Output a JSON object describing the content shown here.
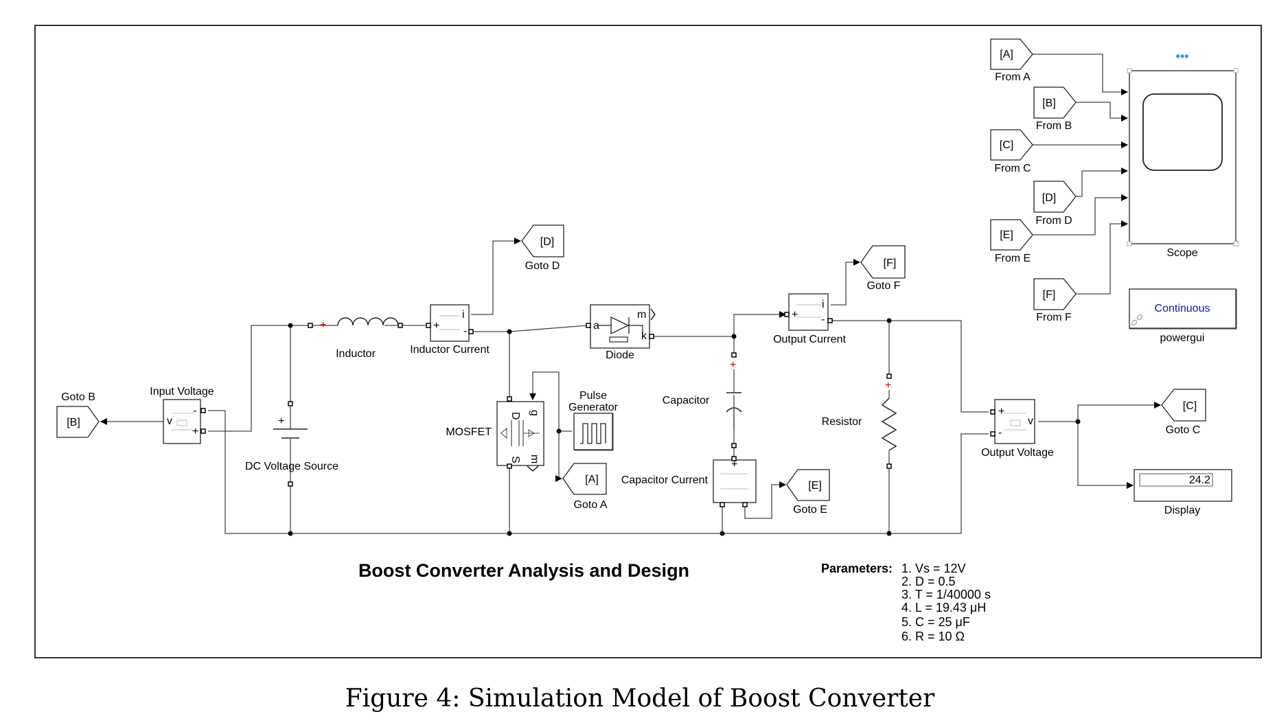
{
  "title": "Boost Converter Analysis and Design",
  "caption": "Figure 4: Simulation Model of Boost Converter",
  "parameters": {
    "heading": "Parameters:",
    "items": [
      "1. Vs  = 12V",
      "2. D = 0.5",
      "3. T = 1/40000 s",
      "4. L = 19.43 μH",
      "5. C = 25 μF",
      "6. R = 10 Ω"
    ]
  },
  "blocks": {
    "goto_b": {
      "tag": "[B]",
      "label": "Goto B"
    },
    "input_voltage": {
      "label": "Input Voltage",
      "port_v": "v",
      "port_minus": "-",
      "port_plus": "+"
    },
    "dc_source": {
      "label": "DC Voltage Source",
      "sign": "+"
    },
    "inductor": {
      "label": "Inductor"
    },
    "inductor_current": {
      "label": "Inductor Current",
      "port_i": "i",
      "port_plus": "+",
      "port_minus": "-"
    },
    "goto_d": {
      "tag": "[D]",
      "label": "Goto D"
    },
    "diode": {
      "label": "Diode",
      "port_a": "a",
      "port_m": "m",
      "port_k": "k"
    },
    "mosfet": {
      "label": "MOSFET",
      "port_d": "D",
      "port_g": "g",
      "port_s": "S",
      "port_m": "m"
    },
    "pulse": {
      "label1": "Pulse",
      "label2": "Generator"
    },
    "goto_a": {
      "tag": "[A]",
      "label": "Goto A"
    },
    "capacitor": {
      "label": "Capacitor"
    },
    "capacitor_current": {
      "label": "Capacitor Current",
      "port_plus": "+"
    },
    "goto_e": {
      "tag": "[E]",
      "label": "Goto E"
    },
    "output_current": {
      "label": "Output Current",
      "port_i": "i",
      "port_plus": "+",
      "port_minus": "-"
    },
    "goto_f": {
      "tag": "[F]",
      "label": "Goto F"
    },
    "resistor": {
      "label": "Resistor"
    },
    "output_voltage": {
      "label": "Output Voltage",
      "port_plus": "+",
      "port_minus": "-",
      "port_v": "v"
    },
    "goto_c": {
      "tag": "[C]",
      "label": "Goto C"
    },
    "display": {
      "label": "Display",
      "value": "24.2"
    },
    "from_a": {
      "tag": "[A]",
      "label": "From A"
    },
    "from_b": {
      "tag": "[B]",
      "label": "From B"
    },
    "from_c": {
      "tag": "[C]",
      "label": "From C"
    },
    "from_d": {
      "tag": "[D]",
      "label": "From D"
    },
    "from_e": {
      "tag": "[E]",
      "label": "From E"
    },
    "from_f": {
      "tag": "[F]",
      "label": "From F"
    },
    "scope": {
      "label": "Scope",
      "menu": "•••"
    },
    "powergui": {
      "label": "powergui",
      "mode": "Continuous"
    }
  },
  "colors": {
    "powergui_text": "#1010c0",
    "polarity_plus": "#cc0000",
    "scope_menu": "#3399ee"
  }
}
